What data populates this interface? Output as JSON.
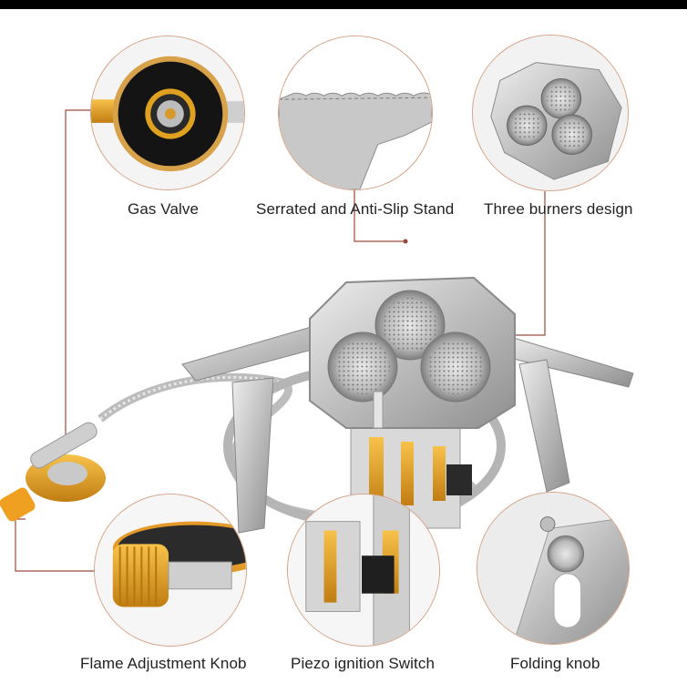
{
  "labels": {
    "gas_valve": "Gas Valve",
    "stand": "Serrated and Anti-Slip Stand",
    "burners": "Three burners design",
    "flame_knob": "Flame Adjustment Knob",
    "piezo": "Piezo ignition Switch",
    "folding": "Folding knob"
  },
  "colors": {
    "accent": "#d4a184",
    "callout_line": "#9a4a3a",
    "brass": "#e0a020",
    "steel": "#c9c9c9"
  }
}
